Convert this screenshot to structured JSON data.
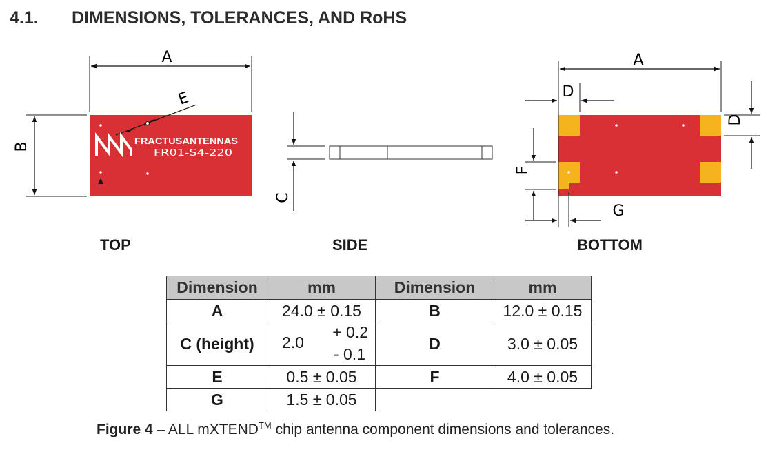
{
  "section": {
    "number": "4.1.",
    "title": "DIMENSIONS, TOLERANCES, AND RoHS"
  },
  "views": {
    "top": {
      "label": "TOP",
      "dim_labels": {
        "a": "A",
        "b": "B",
        "e": "E"
      },
      "brand_text": "FRACTUSANTENNAS",
      "part_number": "FR01-S4-220"
    },
    "side": {
      "label": "SIDE",
      "dim_labels": {
        "c": "C"
      }
    },
    "bottom": {
      "label": "BOTTOM",
      "dim_labels": {
        "a": "A",
        "d_left": "D",
        "d_right": "D",
        "f": "F",
        "g": "G"
      }
    }
  },
  "colors": {
    "chip_red": "#d93036",
    "pad_yellow": "#f5b31e",
    "header_gray": "#c8c8c8"
  },
  "table": {
    "headers": [
      "Dimension",
      "mm",
      "Dimension",
      "mm"
    ],
    "rows": [
      {
        "dim1": "A",
        "val1": "24.0 ± 0.15",
        "dim2": "B",
        "val2": "12.0 ± 0.15"
      },
      {
        "dim1": "C (height)",
        "val1_nominal": "2.0",
        "val1_plus": "+ 0.2",
        "val1_minus": "- 0.1",
        "dim2": "D",
        "val2": "3.0 ± 0.05"
      },
      {
        "dim1": "E",
        "val1": "0.5 ± 0.05",
        "dim2": "F",
        "val2": "4.0 ± 0.05"
      },
      {
        "dim1": "G",
        "val1": "1.5 ± 0.05"
      }
    ]
  },
  "caption": {
    "figure": "Figure 4",
    "dash": " – ALL mXTEND",
    "tm": "TM",
    "rest": " chip antenna component dimensions and tolerances."
  }
}
